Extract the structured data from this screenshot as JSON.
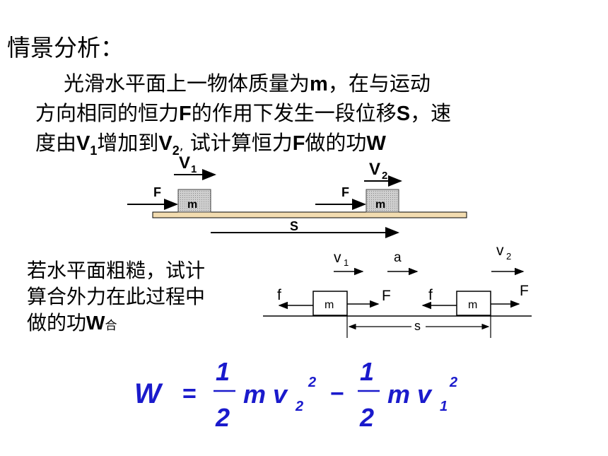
{
  "heading": "情景分析：",
  "scenario": {
    "line1_a": "光滑水平面上一物体质量为",
    "line1_m": "m",
    "line1_b": "，在与运动",
    "line2_a": "方向相同的恒力",
    "line2_F": "F",
    "line2_b": "的作用下发生一段位移",
    "line2_S": "S",
    "line2_c": "，速",
    "line3_a": "度由",
    "line3_V": "V",
    "line3_sub1": "1",
    "line3_b": "增加到",
    "line3_V2": "V",
    "line3_sub2": "2",
    "line3_comma": ",",
    "line3_c": " 试计算恒力",
    "line3_F": "F",
    "line3_d": "做的功",
    "line3_W": "W"
  },
  "diagram1": {
    "v1_label": "V",
    "v1_sub": "1",
    "v2_label": "V",
    "v2_sub": "2",
    "force_label_left": "F",
    "force_label_right": "F",
    "mass_label_left": "m",
    "mass_label_right": "m",
    "displacement_label": "S"
  },
  "rough": {
    "line1": "若水平面粗糙，试计",
    "line2": "算合外力在此过程中",
    "line3_a": "做的功",
    "line3_W": "W",
    "line3_sub": "合"
  },
  "diagram2": {
    "v1": "v",
    "v1_sub": "1",
    "a": "a",
    "v2": "v",
    "v2_sub": "2",
    "f_left": "f",
    "F_left": "F",
    "m_left": "m",
    "f_right": "f",
    "F_right": "F",
    "m_right": "m",
    "s": "s"
  },
  "formula": {
    "W": "W",
    "eq": "=",
    "num1": "1",
    "den1": "2",
    "term1": "m v",
    "sub1": "2",
    "sup1": "2",
    "minus": "−",
    "num2": "1",
    "den2": "2",
    "term2": "m v",
    "sub2": "1",
    "sup2": "2"
  },
  "colors": {
    "formula": "#1a1acc",
    "ground": "#f2dcb0",
    "block": "#c8c8c8"
  }
}
